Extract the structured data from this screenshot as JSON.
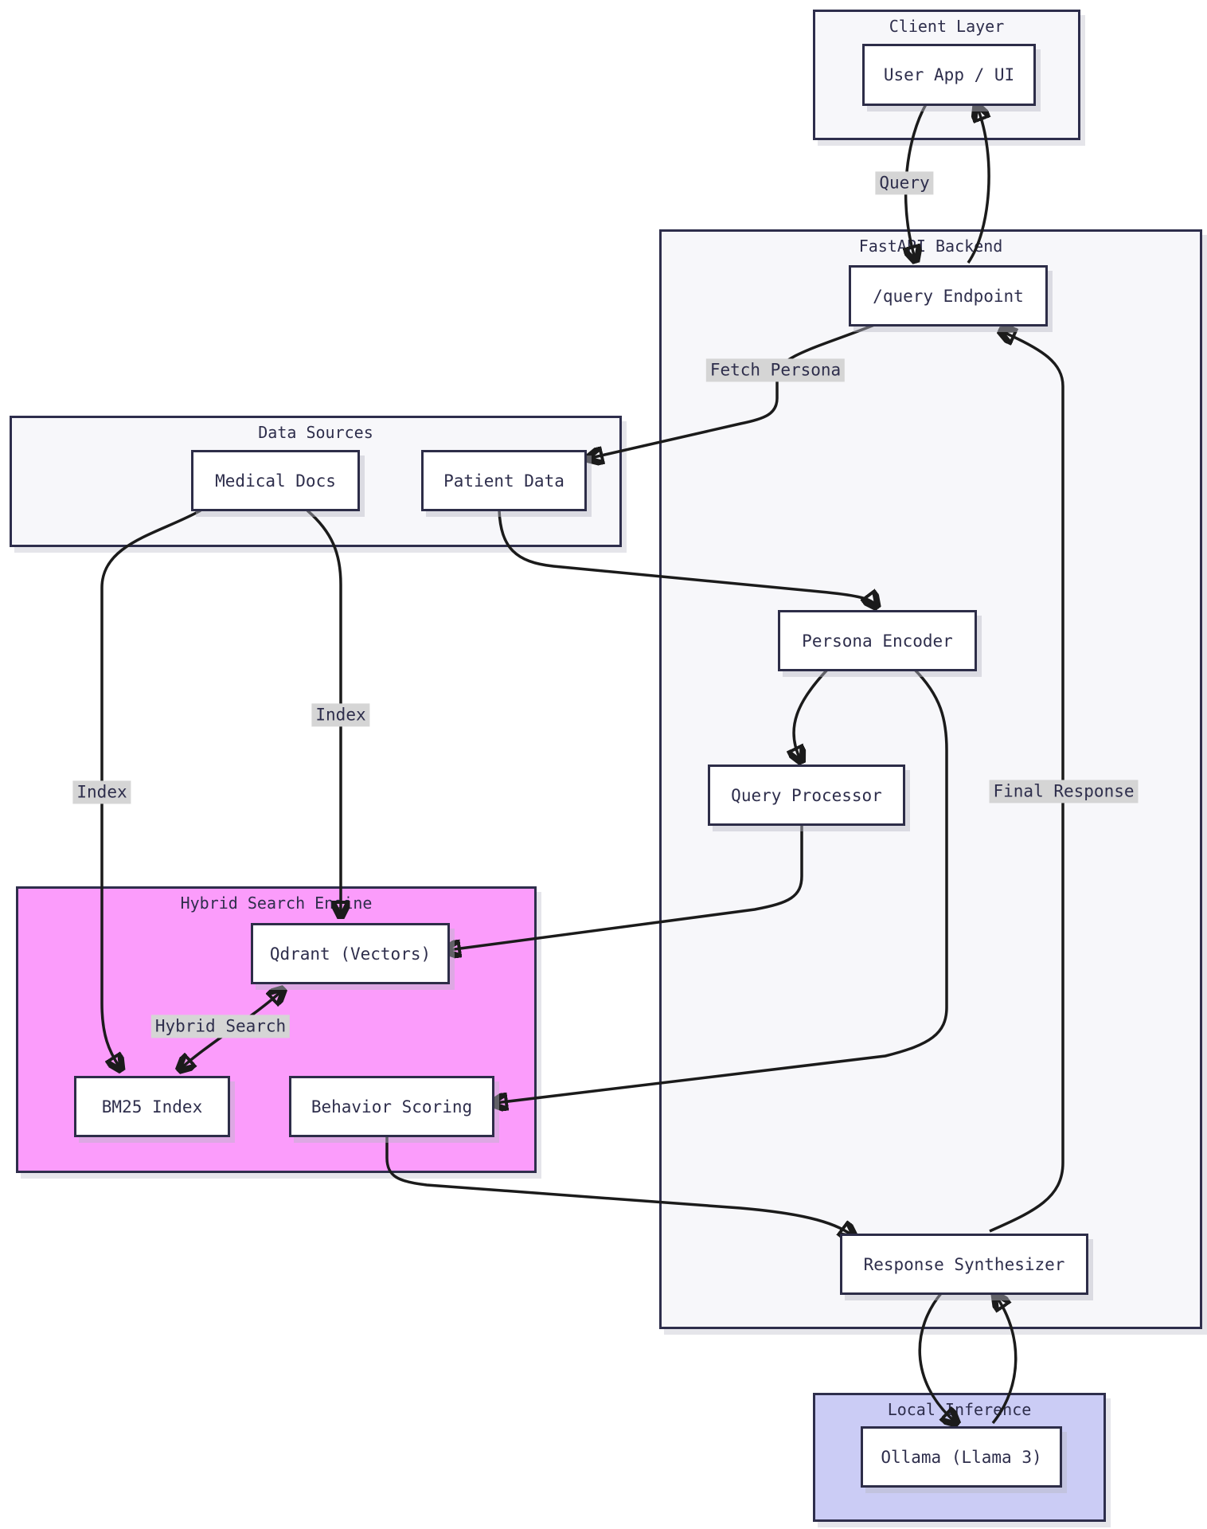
{
  "diagram": {
    "clusters": {
      "client_layer": {
        "title": "Client Layer"
      },
      "fastapi_backend": {
        "title": "FastAPI Backend"
      },
      "data_sources": {
        "title": "Data Sources"
      },
      "hybrid_search_engine": {
        "title": "Hybrid Search Engine"
      },
      "local_inference": {
        "title": "Local Inference"
      }
    },
    "nodes": {
      "user_app": {
        "label": "User App / UI"
      },
      "query_endpoint": {
        "label": "/query Endpoint"
      },
      "medical_docs": {
        "label": "Medical Docs"
      },
      "patient_data": {
        "label": "Patient Data"
      },
      "persona_encoder": {
        "label": "Persona Encoder"
      },
      "query_processor": {
        "label": "Query Processor"
      },
      "qdrant": {
        "label": "Qdrant (Vectors)"
      },
      "bm25": {
        "label": "BM25 Index"
      },
      "behavior_scoring": {
        "label": "Behavior Scoring"
      },
      "response_synthesizer": {
        "label": "Response Synthesizer"
      },
      "ollama": {
        "label": "Ollama (Llama 3)"
      }
    },
    "edge_labels": {
      "query": "Query",
      "fetch_persona": "Fetch Persona",
      "index_left": "Index",
      "index_right": "Index",
      "hybrid_search": "Hybrid Search",
      "final_response": "Final Response"
    },
    "colors": {
      "cluster_fill": "#f7f7fa",
      "cluster_border": "#2e2e4c",
      "node_fill": "#ffffff",
      "node_border": "#2d2d48",
      "text": "#2e2e4c",
      "edge": "#1b1b1b",
      "label_bg": "#d5d5d5",
      "hybrid_fill": "#fb9cfb",
      "inference_fill": "#cbccf5"
    }
  }
}
